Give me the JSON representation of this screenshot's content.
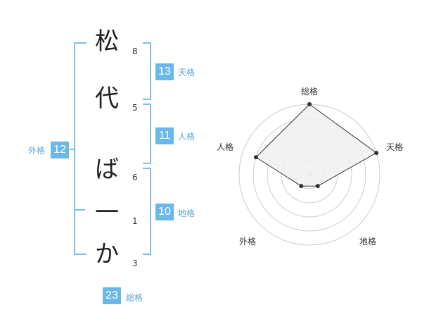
{
  "name_chars": [
    {
      "char": "松",
      "strokes": "8"
    },
    {
      "char": "代",
      "strokes": "5"
    },
    {
      "char": "ば",
      "strokes": "6"
    },
    {
      "char": "一",
      "strokes": "1"
    },
    {
      "char": "か",
      "strokes": "3"
    }
  ],
  "kaku": {
    "tenkaku": {
      "value": "13",
      "label": "天格"
    },
    "jinkaku": {
      "value": "11",
      "label": "人格"
    },
    "chikaku": {
      "value": "10",
      "label": "地格"
    },
    "gaikaku": {
      "value": "12",
      "label": "外格"
    },
    "soukaku": {
      "value": "23",
      "label": "総格"
    }
  },
  "chart_data": {
    "type": "radar",
    "axes": [
      "総格",
      "天格",
      "地格",
      "外格",
      "人格"
    ],
    "max": 5,
    "rings": 5,
    "values": [
      5,
      5,
      1,
      1,
      4
    ],
    "colors": {
      "fill": "#f0f0f0",
      "stroke": "#333333",
      "grid": "#cccccc",
      "point": "#333333"
    }
  }
}
